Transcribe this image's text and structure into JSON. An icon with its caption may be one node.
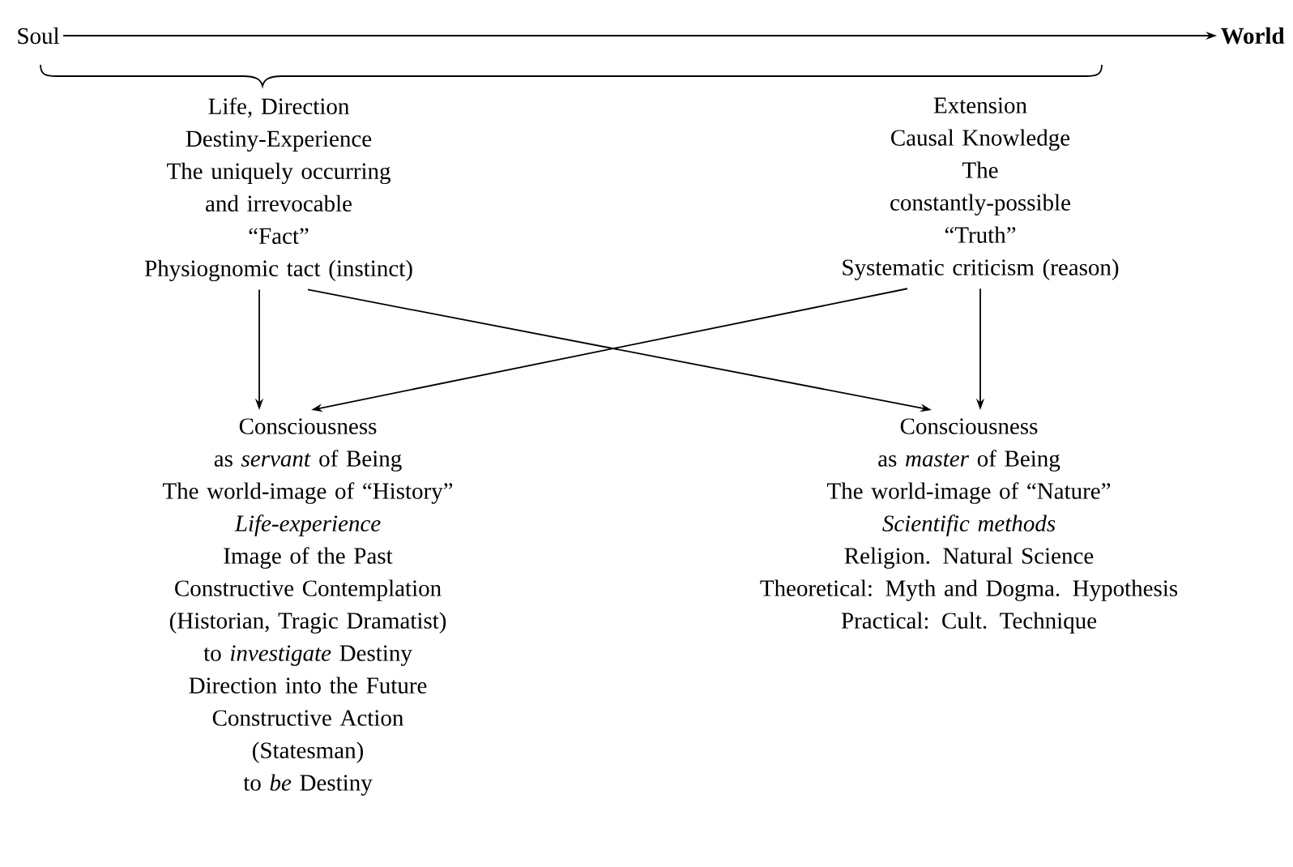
{
  "diagram": {
    "nodes": [
      {
        "text": [
          "Soul"
        ]
      },
      {
        "text": [
          "World"
        ]
      },
      {
        "text": [
          "Life, Direction",
          "Destiny-Experience",
          "The uniquely occurring and irrevocable",
          "“Fact”",
          "Physiognomic tact (instinct)"
        ]
      },
      {
        "text": [
          "Extension",
          "Causal Knowledge",
          "The constantly-possible",
          "“Truth”",
          "Systematic criticism (reason)"
        ]
      },
      {
        "text": [
          "Consciousness",
          "as *servant* of Being",
          "The world-image of “History”",
          "Life-experience",
          "Image of the Past",
          "Constructive Contemplation",
          "(Historian, Tragic Dramatist)",
          "to *investigate* Destiny",
          "Direction into the Future",
          "Constructive Action",
          "(Statesman)",
          "to *be* Destiny"
        ]
      },
      {
        "text": [
          "Consciousness",
          "as *master* of Being",
          "The world-image of “Nature”",
          "Scientific methods",
          "Religion. Natural Science",
          "Theoretical: Myth and Dogma. Hypothesis",
          "Practical: Cult. Technique"
        ]
      }
    ],
    "edges": [
      {
        "from": 0,
        "to": 1,
        "arrow": "to"
      },
      {
        "from": 2,
        "to": 4,
        "arrow": "to"
      },
      {
        "from": 3,
        "to": 5,
        "arrow": "to"
      },
      {
        "from": 2,
        "to": 5,
        "arrow": "to"
      },
      {
        "from": 3,
        "to": 4,
        "arrow": "to"
      }
    ]
  }
}
